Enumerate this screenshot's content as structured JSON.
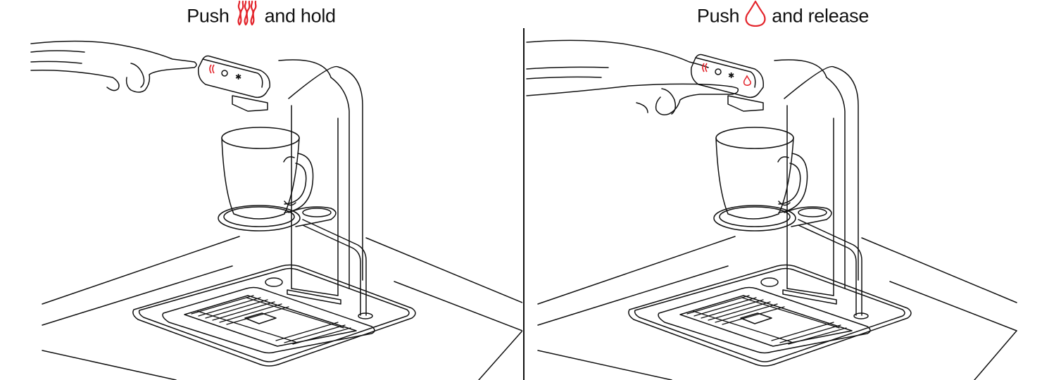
{
  "steps": [
    {
      "before": "Push",
      "icon": "heat-icon",
      "after": "and hold"
    },
    {
      "before": "Push",
      "icon": "water-drop-icon",
      "after": "and release"
    }
  ],
  "colors": {
    "accent": "#e3242b",
    "line": "#111111",
    "background": "#ffffff"
  }
}
